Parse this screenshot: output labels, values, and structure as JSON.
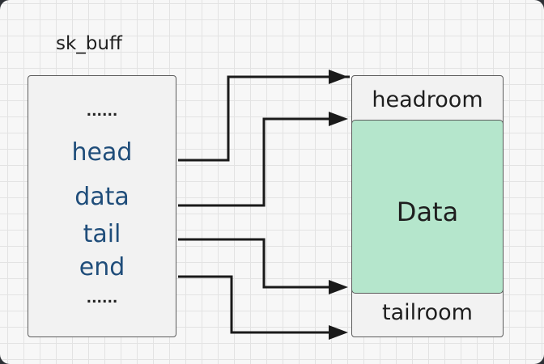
{
  "diagram": {
    "title": "sk_buff",
    "struct_fields": {
      "ellipsis_top": "......",
      "head": "head",
      "data": "data",
      "tail": "tail",
      "end": "end",
      "ellipsis_bottom": "......"
    },
    "buffer_regions": {
      "headroom": "headroom",
      "data": "Data",
      "tailroom": "tailroom"
    },
    "colors": {
      "data_region_fill": "#b5e6cc",
      "field_text": "#1f4d7a"
    }
  }
}
